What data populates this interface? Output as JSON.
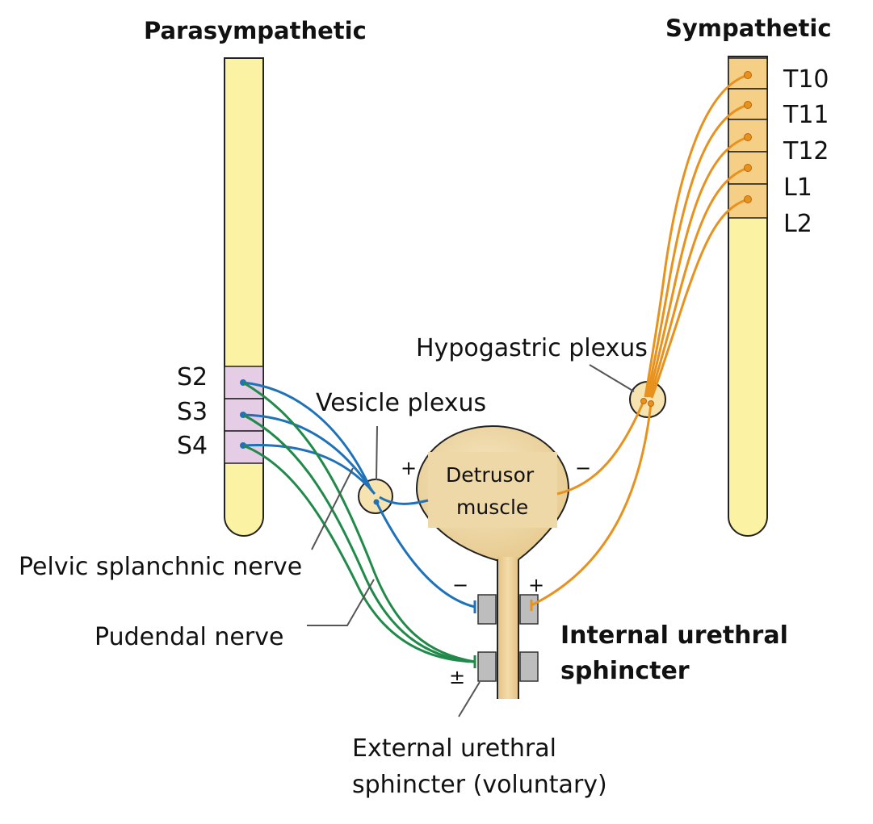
{
  "titles": {
    "parasympathetic": "Parasympathetic",
    "sympathetic": "Sympathetic"
  },
  "sympathetic_segments": [
    "T10",
    "T11",
    "T12",
    "L1",
    "L2"
  ],
  "parasympathetic_segments": [
    "S2",
    "S3",
    "S4"
  ],
  "labels": {
    "hypogastric_plexus": "Hypogastric plexus",
    "vesicle_plexus": "Vesicle plexus",
    "detrusor_line1": "Detrusor",
    "detrusor_line2": "muscle",
    "pelvic_splanchnic_nerve": "Pelvic splanchnic nerve",
    "pudendal_nerve": "Pudendal nerve",
    "internal_line1": "Internal urethral",
    "internal_line2": "sphincter",
    "external_line1": "External urethral",
    "external_line2": "sphincter (voluntary)"
  },
  "signs": {
    "detrusor_para": "+",
    "detrusor_symp": "−",
    "internal_para": "−",
    "internal_symp": "+",
    "external_pudendal": "±"
  },
  "colors": {
    "cord_fill": "#fbf3a3",
    "cord_stroke": "#222222",
    "sympathetic_segment": "#f6cf86",
    "sacral_segment": "#e6cde6",
    "sympathetic_nerve": "#e8921e",
    "parasympathetic_nerve": "#1f72b8",
    "pudendal_nerve": "#218a4a",
    "bladder": "#efd7a4",
    "sphincter": "#bdbdbd"
  }
}
